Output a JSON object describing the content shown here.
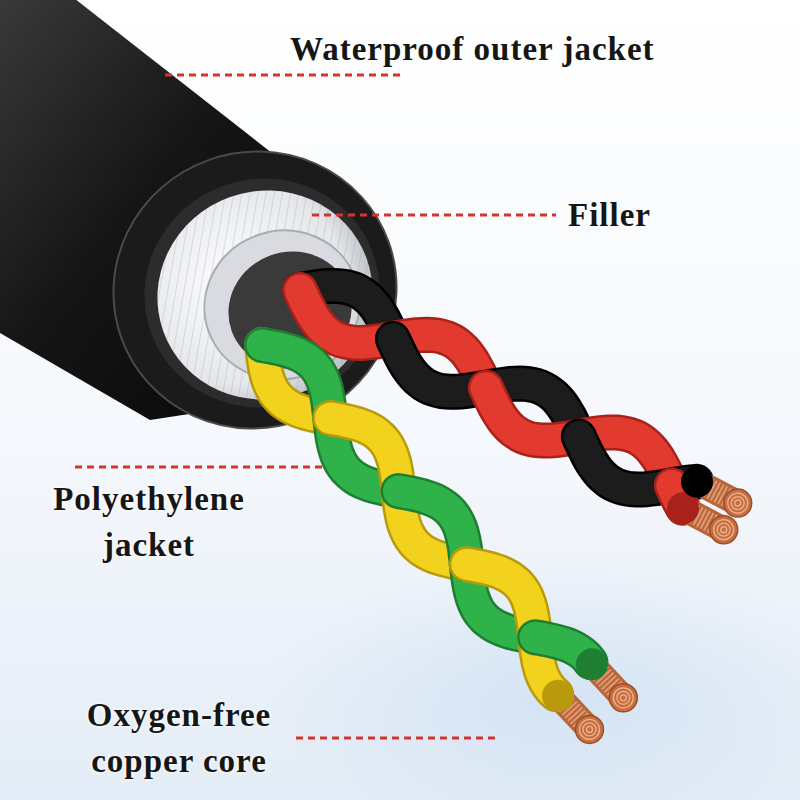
{
  "diagram": {
    "labels": [
      "Waterproof outer jacket",
      "Filler",
      "Polyethylene jacket",
      "Oxygen-free copper core"
    ]
  }
}
